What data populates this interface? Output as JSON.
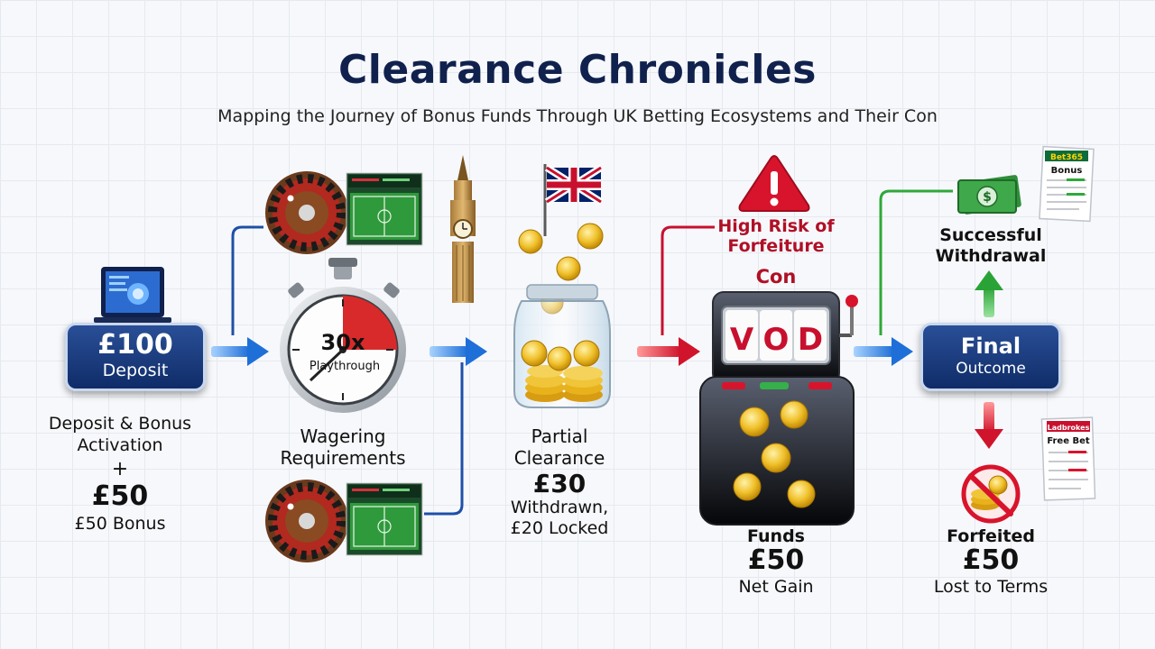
{
  "title": "Clearance Chronicles",
  "subtitle": "Mapping the Journey of Bonus Funds Through UK Betting Ecosystems and Their Con",
  "stage1": {
    "pill_amount": "£100",
    "pill_label": "Deposit",
    "caption_line1": "Deposit & Bonus",
    "caption_line2": "Activation",
    "plus": "+",
    "amount": "£50",
    "amount_label": "£50 Bonus"
  },
  "stage2": {
    "stopwatch_multiplier": "30x",
    "stopwatch_label": "Playthrough",
    "caption_line1": "Wagering",
    "caption_line2": "Requirements"
  },
  "stage3": {
    "caption_line1": "Partial",
    "caption_line2": "Clearance",
    "amount": "£30",
    "detail_line1": "Withdrawn,",
    "detail_line2": "£20 Locked"
  },
  "stage4": {
    "risk_line1": "High Risk of",
    "risk_line2": "Forfeiture",
    "con_label": "Con",
    "reel_letters": [
      "V",
      "O",
      "D"
    ],
    "caption": "Funds",
    "amount": "£50",
    "amount_label": "Net Gain"
  },
  "stage5": {
    "pill_line1": "Final",
    "pill_line2": "Outcome",
    "success_line1": "Successful",
    "success_line2": "Withdrawal",
    "forfeit_caption": "Forfeited",
    "forfeit_amount": "£50",
    "forfeit_label": "Lost to Terms",
    "slip_top_brand": "Bet365",
    "slip_top_title": "Bonus",
    "slip_bottom_brand": "Ladbrokes",
    "slip_bottom_title": "Free Bet"
  },
  "colors": {
    "navy": "#10214d",
    "flow_blue": "#2f7fe0",
    "risk_red": "#c8102e",
    "success_green": "#2fa83a",
    "coin_gold": "#e8b21c"
  },
  "icons": [
    "laptop-icon",
    "roulette-wheel-icon",
    "football-pitch-icon",
    "stopwatch-icon",
    "big-ben-icon",
    "union-jack-icon",
    "coin-jar-icon",
    "warning-triangle-icon",
    "slot-machine-icon",
    "cash-icon",
    "bet-slip-icon",
    "no-coins-icon"
  ]
}
